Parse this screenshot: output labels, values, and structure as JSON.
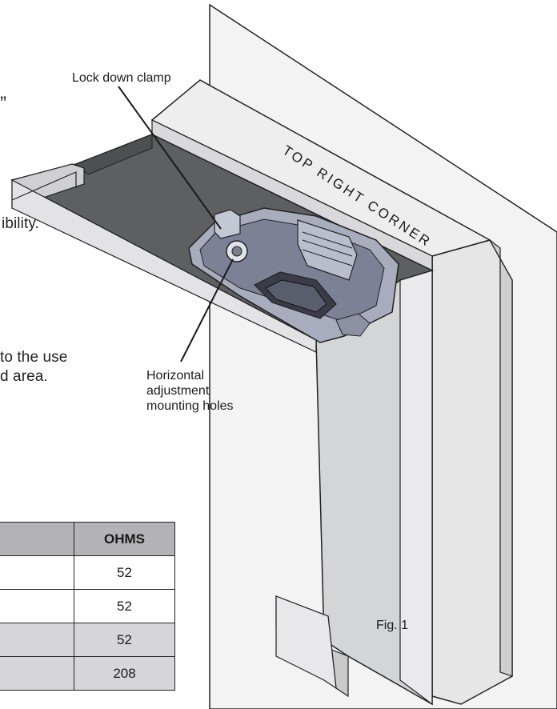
{
  "fragments": {
    "quote_mark": "”",
    "ibility": "ibility.",
    "to_the_use": "to the use",
    "d_area": "d area."
  },
  "callouts": {
    "lock_down_clamp": "Lock down clamp",
    "horizontal_adjustment": [
      "Horizontal",
      "adjustment",
      "mounting holes"
    ],
    "top_right_corner": "TOP RIGHT CORNER",
    "figure_label": "Fig. 1"
  },
  "table": {
    "header": "OHMS",
    "rows": [
      {
        "value": "52",
        "shaded": false
      },
      {
        "value": "52",
        "shaded": false
      },
      {
        "value": "52",
        "shaded": true
      },
      {
        "value": "208",
        "shaded": true
      }
    ]
  },
  "colors": {
    "frame_dark": "#5c5d5f",
    "frame_light": "#ececed",
    "wall": "#f2f2f2",
    "device": "#9fa3b5",
    "table_header": "#b3b3b5",
    "table_shade": "#d6d6d8"
  }
}
